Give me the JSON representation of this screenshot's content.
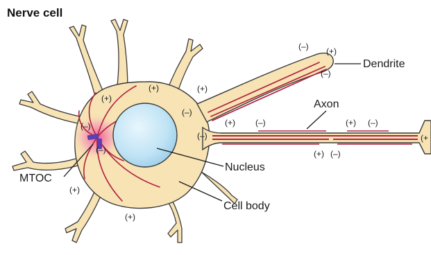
{
  "title": "Nerve cell",
  "labels": {
    "dendrite": "Dendrite",
    "axon": "Axon",
    "nucleus": "Nucleus",
    "mtoc": "MTOC",
    "cell_body": "Cell body"
  },
  "polarity": {
    "plus": "(+)",
    "minus": "(–)",
    "minus_paren_open": "(–",
    "plus_paren_open": "(+"
  },
  "colors": {
    "cytoplasm": "#f7e3b4",
    "outline": "#3a3a3a",
    "microtubule": "#b0203e",
    "nucleus": "#bfe3f5",
    "mtoc_glow": "#f06a9a",
    "mtoc_centriole": "#5a3fb5"
  }
}
